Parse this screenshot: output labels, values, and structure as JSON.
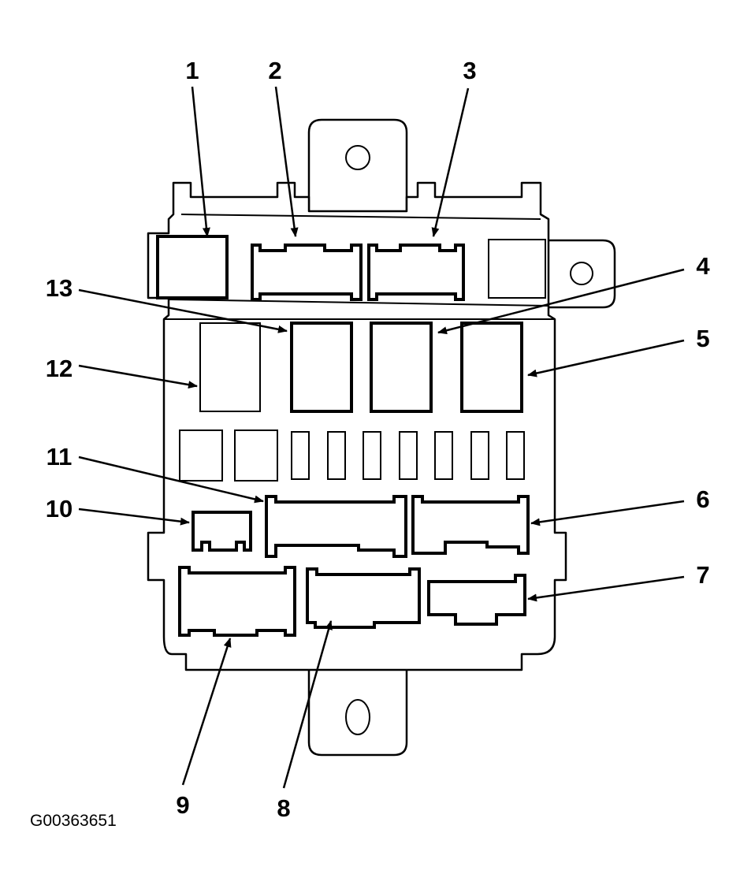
{
  "diagram": {
    "figure_id": "G00363651",
    "callouts": [
      "1",
      "2",
      "3",
      "4",
      "5",
      "6",
      "7",
      "8",
      "9",
      "10",
      "11",
      "12",
      "13"
    ],
    "colors": {
      "line": "#000000",
      "background": "#ffffff"
    }
  }
}
